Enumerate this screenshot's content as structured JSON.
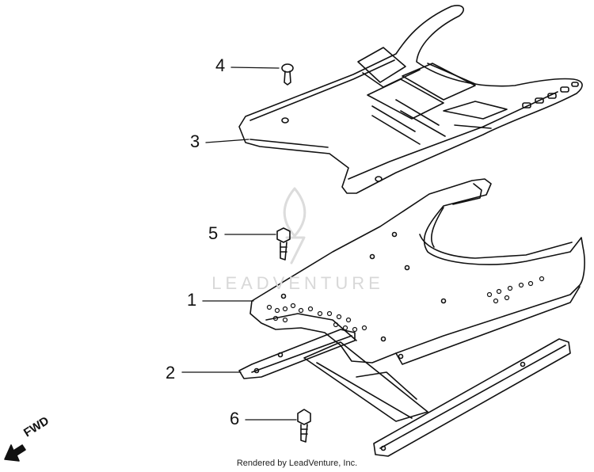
{
  "callouts": {
    "c1": "1",
    "c2": "2",
    "c3": "3",
    "c4": "4",
    "c5": "5",
    "c6": "6"
  },
  "watermark": "LEADVENTURE",
  "credit": "Rendered by LeadVenture, Inc.",
  "direction_label": "FWD",
  "icons": [
    "fwd-arrow-icon",
    "leadventure-flame-logo"
  ]
}
